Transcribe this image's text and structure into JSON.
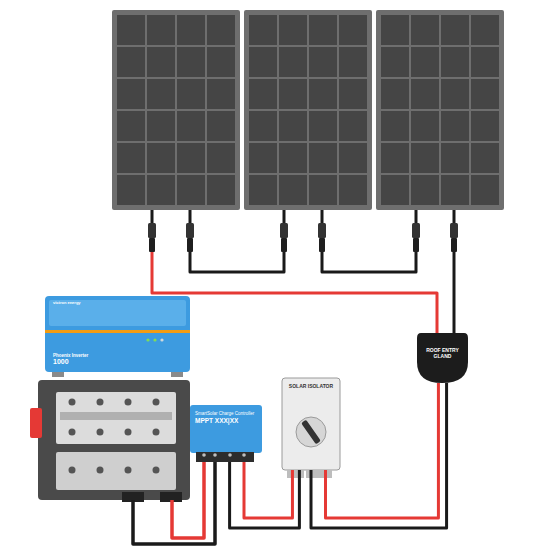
{
  "diagram": {
    "nodes": [
      {
        "text": [
          "victron energy",
          "Phoenix Inverter",
          "1000"
        ]
      },
      {
        "text": [
          "ROOF ENTRY GLAND"
        ]
      },
      {
        "text": [
          "SOLAR ISOLATOR"
        ]
      },
      {
        "text": [
          "SmartSolar Charge Controller",
          "MPPT XXX|XX"
        ]
      }
    ],
    "edges": [
      {
        "from": 1,
        "to": 2,
        "arrow": "none"
      },
      {
        "from": 2,
        "to": 3,
        "arrow": "none"
      }
    ]
  }
}
